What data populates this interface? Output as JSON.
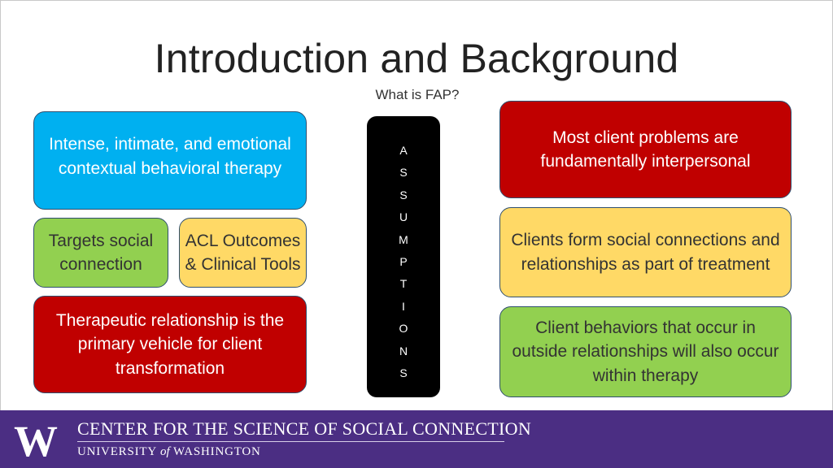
{
  "title": "Introduction and Background",
  "subtitle": "What is FAP?",
  "left": {
    "box1": "Intense, intimate, and emotional contextual behavioral therapy",
    "box2": "Targets social connection",
    "box3": "ACL Outcomes & Clinical Tools",
    "box4": "Therapeutic relationship is the primary vehicle for client transformation"
  },
  "assumptions": [
    "A",
    "S",
    "S",
    "U",
    "M",
    "P",
    "T",
    "I",
    "O",
    "N",
    "S"
  ],
  "right": {
    "box1": "Most client problems are fundamentally interpersonal",
    "box2": "Clients form social connections and relationships as part of treatment",
    "box3": "Client behaviors that occur in outside relationships will also occur within therapy"
  },
  "footer": {
    "logo_letter": "W",
    "line1": "CENTER FOR THE SCIENCE OF SOCIAL CONNECTION",
    "line2_a": "UNIVERSITY",
    "line2_b": "of",
    "line2_c": "WASHINGTON"
  },
  "colors": {
    "blue": "#00b0f0",
    "green": "#92d050",
    "yellow": "#ffd966",
    "red": "#c00000",
    "purple": "#4b2e83",
    "gold": "#b7a57a"
  }
}
